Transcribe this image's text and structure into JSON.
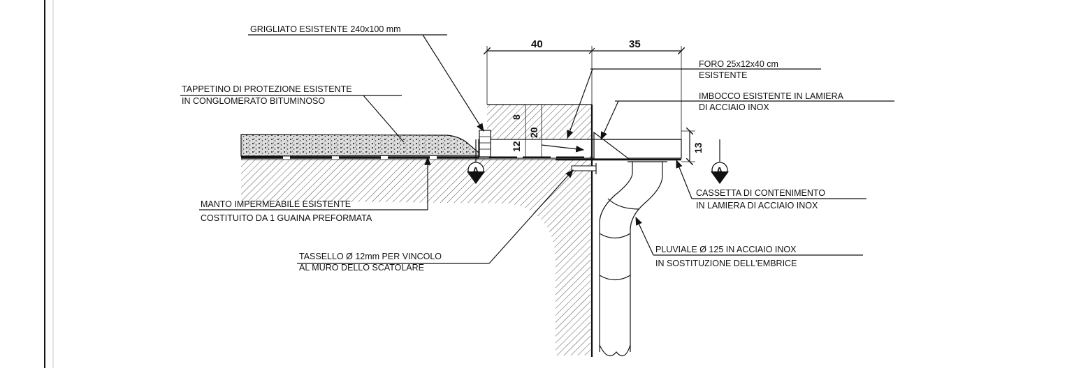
{
  "labels": {
    "grigliato": "GRIGLIATO ESISTENTE 240x100 mm",
    "tappetino_1": "TAPPETINO DI PROTEZIONE ESISTENTE",
    "tappetino_2": "IN CONGLOMERATO BITUMINOSO",
    "foro_1": "FORO 25x12x40 cm",
    "foro_2": "ESISTENTE",
    "imbocco_1": "IMBOCCO ESISTENTE IN LAMIERA",
    "imbocco_2": "DI ACCIAIO INOX",
    "manto_1": "MANTO IMPERMEABILE ESISTENTE",
    "manto_2": "COSTITUITO DA 1 GUAINA PREFORMATA",
    "cassetta_1": "CASSETTA DI CONTENIMENTO",
    "cassetta_2": "IN LAMIERA DI ACCIAIO INOX",
    "pluviale_1": "PLUVIALE Ø 125 IN ACCIAIO INOX",
    "pluviale_2": "IN SOSTITUZIONE DELL'EMBRICE",
    "tassello_1": "TASSELLO Ø 12mm PER VINCOLO",
    "tassello_2": "AL MURO DELLO SCATOLARE"
  },
  "dimensions": {
    "top_left": "40",
    "top_right": "35",
    "v_8": "8",
    "v_20": "20",
    "v_12": "12",
    "v_13": "13"
  },
  "section_marks": {
    "left": "A",
    "right": "A"
  }
}
